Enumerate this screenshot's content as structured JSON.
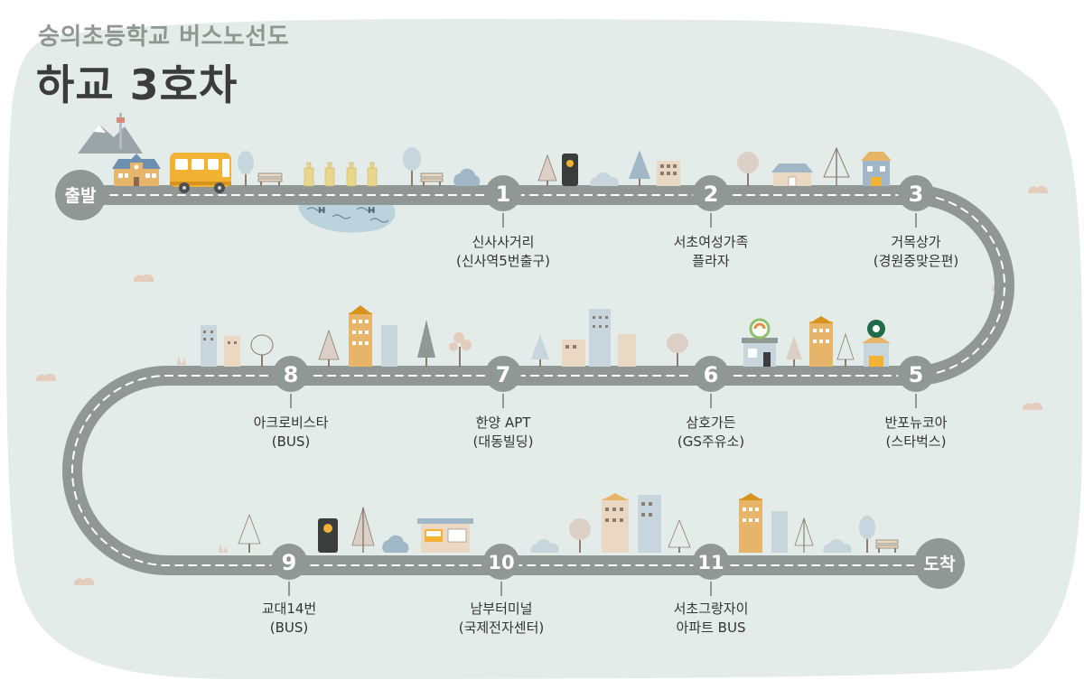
{
  "header": {
    "subtitle": "숭의초등학교 버스노선도",
    "title": "하교 3호차"
  },
  "route": {
    "start_label": "출발",
    "end_label": "도착",
    "stops": [
      {
        "number": "1",
        "line1": "신사사거리",
        "line2": "(신사역5번출구)"
      },
      {
        "number": "2",
        "line1": "서초여성가족",
        "line2": "플라자"
      },
      {
        "number": "3",
        "line1": "거목상가",
        "line2": "(경원중맞은편)"
      },
      {
        "number": "5",
        "line1": "반포뉴코아",
        "line2": "(스타벅스)"
      },
      {
        "number": "6",
        "line1": "삼호가든",
        "line2": "(GS주유소)"
      },
      {
        "number": "7",
        "line1": "한양 APT",
        "line2": "(대동빌딩)"
      },
      {
        "number": "8",
        "line1": "아크로비스타",
        "line2": "(BUS)"
      },
      {
        "number": "9",
        "line1": "교대14번",
        "line2": "(BUS)"
      },
      {
        "number": "10",
        "line1": "남부터미널",
        "line2": "(국제전자센터)"
      },
      {
        "number": "11",
        "line1": "서초그랑자이",
        "line2": "아파트 BUS"
      }
    ]
  },
  "colors": {
    "background_blob": "#e4ece9",
    "road": "#8f9895",
    "marker": "#8f9895",
    "bus": "#f2b233",
    "water": "#bcd2dc"
  }
}
